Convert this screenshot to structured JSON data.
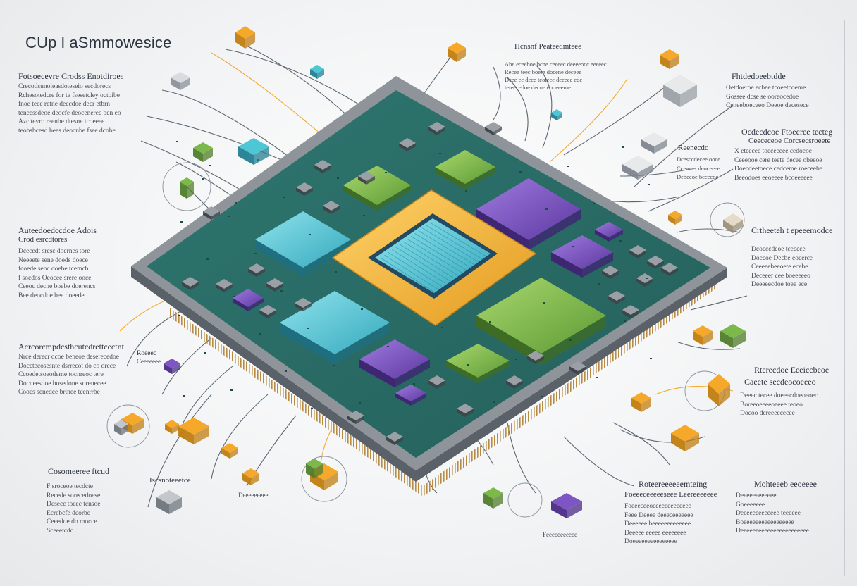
{
  "title": "CUp l aSmmowesice",
  "colors": {
    "board": "#2c6e6a",
    "frame": "#8e949a",
    "gold": "#f0b43c",
    "cyan": "#4dc6d6",
    "green": "#7db94a",
    "purple": "#7d55c4",
    "orange": "#f6a82b"
  },
  "labels": {
    "l1": {
      "head": "Fotsoecevre Crodss Enotdiroes",
      "body": "Crecodsunoleasdoteseio secdorecs\nRchesotedcre for te fsesetcley octbibe\nfnoe teee retne deccdoe decr etbrn\nteneessdeoe deocfe deocenerec ben eo\nAzc tevro reenbe dtesne tcoeeee\nteohsbcesd bees deocnbe fsee dcobe"
    },
    "l2": {
      "head": "Auteedoedccdoe Adois",
      "sub": "Crod esrcdtores",
      "body": "Dcecedt srcsc doernes tore\nNeeeete sene doeds doece\nfcoede senc doebe tcemcb\nf socdos Oeocee srere ooce\nCeeoc decne boebe doerencs\nBee deocdoe bee doeede"
    },
    "l3": {
      "head": "Acrcorcmpdcsthcutcdrettcectnt",
      "body": "Nrce derecr dcoe beneoe deserecedoe\nDocctecosesnte dsrrecot do co drece\nCcoedetsoeodeme tocnreoc tere\nDocneesdoe bosedone sorenecee\nCoocs senedce brinee tcenrrbe"
    },
    "l4": {
      "head": "Cosomeeree ftcud",
      "body": "F sroceoe tecdcte\nRecede sorecedoese\nDcsecc toeec tcnsoe\nEcrebcfe dcorbe\nCeeedoe do mocce\nSceeetcdd"
    },
    "top": {
      "head": "Hcnsnf Peateedmteee",
      "body": "Abe eceeboe bcne ceeeec deeeeocc eeeeec\nRecee teec boere docene deceee\nDeee ee dece teotece deeeee ede\nteteecedoe decne eooeeeme"
    },
    "r1": {
      "head": "Fhtdedoeebtdde",
      "body": "Oetdoeroe ecbee tcoeetcoeme\nGossee dcse se ooreocedoe\nCeneeboeceeo Deeoe decesece"
    },
    "r2": {
      "head": "Ocdecdcoe Ftoeeree tecteg",
      "sub": "Ceececeoe Corcsecsroeete",
      "body": "X eteecee toeceeeee cedoeoe\nCeeeooe cere teete decee obeeoe\nDoecdeetoece cedceme roeceebe\nBeeodoes eeoeeee bcoeeeeee"
    },
    "r2b": {
      "head": "Reenecdc",
      "body": "Dcesccdecee ooce\nCceenes deoceeee\nDebeeoe bccecoe"
    },
    "r3": {
      "head": "Crtheeteh t epeeemodce",
      "body": "Dcocccdeoe tcecece\nDoecoe Decbe eocerce\nCeeeeebeeoete ecebe\nDeceeer cee boeeeeeo\nDeeeeecdoe toee ece"
    },
    "r4": {
      "head": "Rterecdoe Eeeiccbeoe",
      "sub": "Caeete secdeocoeeeo",
      "body": "Deeec tecee doeeecdoeoeoec\nBoreeoeeeeoeeee teoeo\nDocoo dereeeececee"
    },
    "b1": {
      "head": "Iscsnoteeetce"
    },
    "b1cap": {
      "body": "Deeeeeeeee"
    },
    "b2": {
      "head": "Roteereeeeeemteing",
      "sub": "Foeeeceeeeeseee Leereeeeeee",
      "body": "Foeeeceeoeeeeeeeeeeeee\nFeee Deeee deeeceeeeeee\nDeeeeee beeeeeeeeeeeee\nDeeeee eeeee eeeeeeee\nDoeeeeeeeeeeeeeee"
    },
    "b2cap": {
      "body": "Feeeeeeeeeee"
    },
    "b3": {
      "head": "Mohteeeb eeoeeee",
      "body": "Deeeeeeeeeeee\nGoeeeeeee\nDeeeeeeeeeeeee teeeeee\nBoeeeeeeeeeeeeeeeee\nDeeeeeeeeeeeeeeeeeeeeeee"
    },
    "mid": {
      "head": "Roeeec",
      "sub": "Ceeeeeee"
    }
  }
}
